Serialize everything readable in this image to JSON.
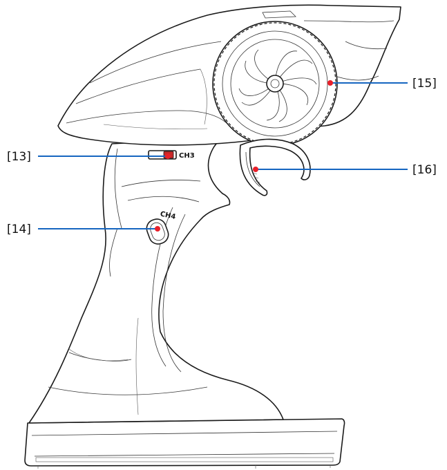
{
  "colors": {
    "leader_line": "#1565C0",
    "marker": "#E8202A",
    "outline": "#1A1A1A"
  },
  "labels": {
    "ch3": "CH3",
    "ch4": "CH4"
  },
  "callouts": [
    {
      "id": "13",
      "text": "[13]"
    },
    {
      "id": "14",
      "text": "[14]"
    },
    {
      "id": "15",
      "text": "[15]"
    },
    {
      "id": "16",
      "text": "[16]"
    }
  ]
}
